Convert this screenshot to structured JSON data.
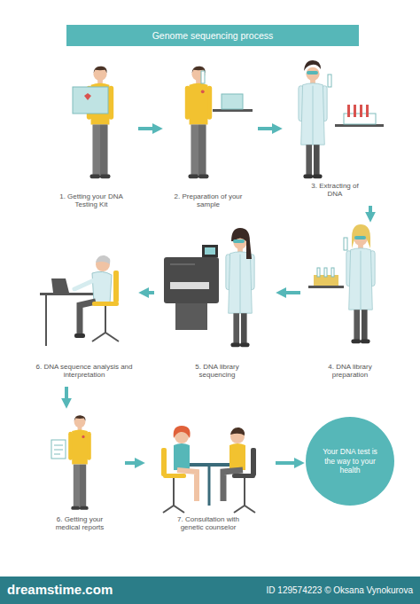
{
  "diagram": {
    "title": "Genome sequencing process",
    "nodes": [
      {
        "text": [
          "1. Getting your DNA Testing Kit"
        ]
      },
      {
        "text": [
          "2. Preparation of your sample"
        ]
      },
      {
        "text": [
          "3. Extracting of DNA"
        ]
      },
      {
        "text": [
          "4. DNA library preparation"
        ]
      },
      {
        "text": [
          "5. DNA library sequencing"
        ]
      },
      {
        "text": [
          "6. DNA sequence analysis and interpretation"
        ]
      },
      {
        "text": [
          "6. Getting your medical reports"
        ]
      },
      {
        "text": [
          "7. Consultation with genetic counselor"
        ]
      },
      {
        "text": [
          "Your DNA test is the way to your health"
        ]
      }
    ],
    "edges": [
      {
        "from": 0,
        "to": 1,
        "arrow": "to"
      },
      {
        "from": 1,
        "to": 2,
        "arrow": "to"
      },
      {
        "from": 2,
        "to": 3,
        "arrow": "to"
      },
      {
        "from": 3,
        "to": 4,
        "arrow": "to"
      },
      {
        "from": 4,
        "to": 5,
        "arrow": "to"
      },
      {
        "from": 5,
        "to": 6,
        "arrow": "to"
      },
      {
        "from": 6,
        "to": 7,
        "arrow": "to"
      },
      {
        "from": 7,
        "to": 8,
        "arrow": "to"
      }
    ],
    "labels": [
      "dreamstime.com",
      "ID 129574223 © Oksana Vynokurova"
    ]
  }
}
